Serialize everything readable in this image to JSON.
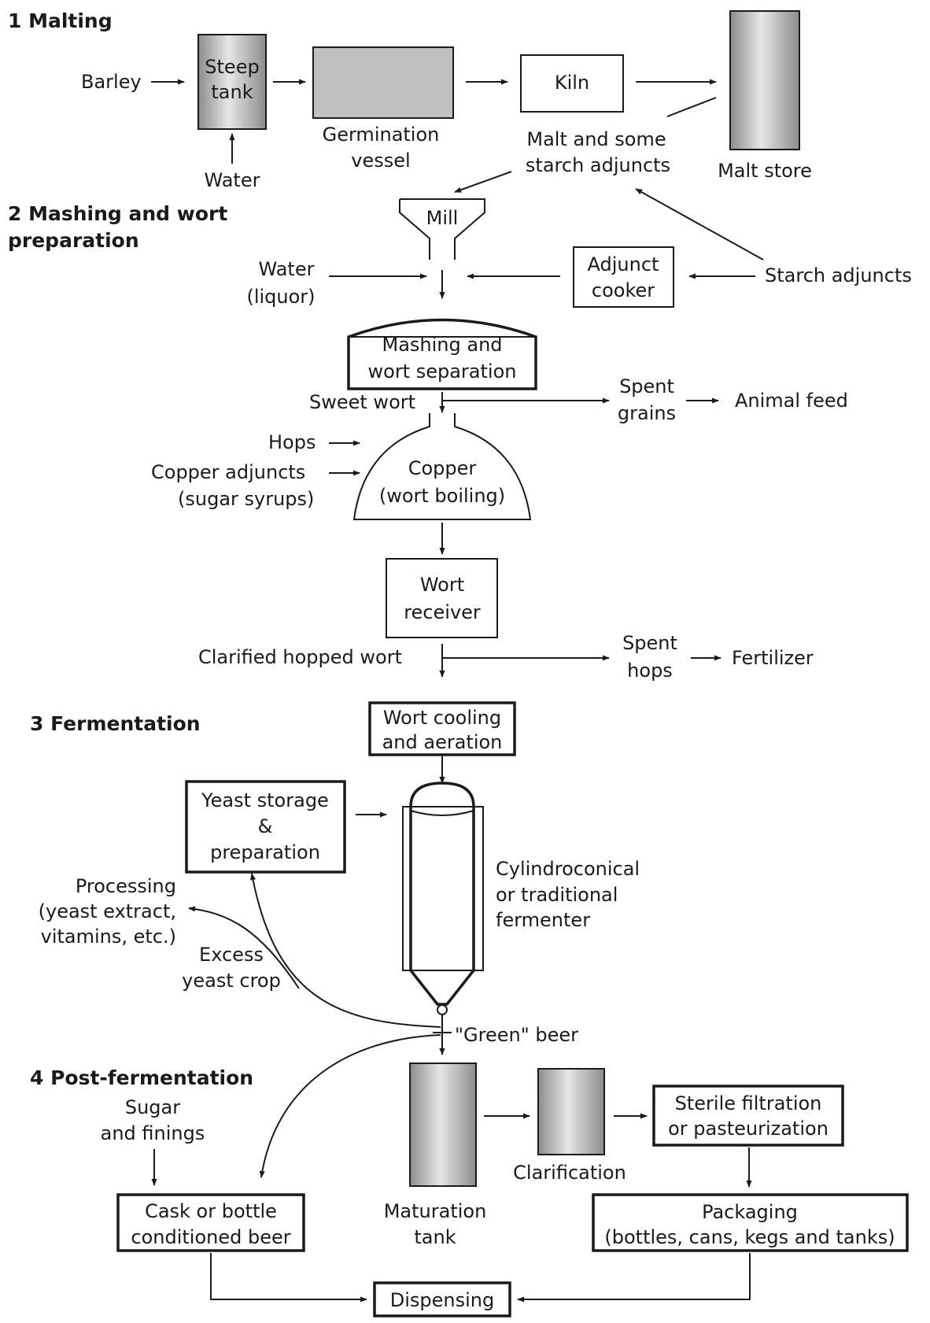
{
  "sections": {
    "malting": "1 Malting",
    "mashing_1": "2 Mashing and wort",
    "mashing_2": "preparation",
    "fermentation": "3 Fermentation",
    "post": "4 Post-fermentation"
  },
  "labels": {
    "barley": "Barley",
    "steep_1": "Steep",
    "steep_2": "tank",
    "water_steep": "Water",
    "germ_1": "Germination",
    "germ_2": "vessel",
    "kiln": "Kiln",
    "malt_adj_1": "Malt and some",
    "malt_adj_2": "starch adjuncts",
    "malt_store": "Malt store",
    "mill": "Mill",
    "water_liquor_1": "Water",
    "water_liquor_2": "(liquor)",
    "adj_cooker_1": "Adjunct",
    "adj_cooker_2": "cooker",
    "starch_adjuncts": "Starch adjuncts",
    "mash_1": "Mashing and",
    "mash_2": "wort separation",
    "sweet_wort": "Sweet wort",
    "spent_grains_1": "Spent",
    "spent_grains_2": "grains",
    "animal_feed": "Animal feed",
    "hops": "Hops",
    "copper_adj_1": "Copper adjuncts",
    "copper_adj_2": "(sugar syrups)",
    "copper_1": "Copper",
    "copper_2": "(wort boiling)",
    "receiver_1": "Wort",
    "receiver_2": "receiver",
    "clarified": "Clarified hopped wort",
    "spent_hops_1": "Spent",
    "spent_hops_2": "hops",
    "fertilizer": "Fertilizer",
    "cooling_1": "Wort cooling",
    "cooling_2": "and aeration",
    "yeast_1": "Yeast storage",
    "yeast_2": "&",
    "yeast_3": "preparation",
    "fermenter_1": "Cylindroconical",
    "fermenter_2": "or traditional",
    "fermenter_3": "fermenter",
    "processing_1": "Processing",
    "processing_2": "(yeast extract,",
    "processing_3": "vitamins, etc.)",
    "excess_1": "Excess",
    "excess_2": "yeast crop",
    "green_beer": "\"Green\" beer",
    "sugar_1": "Sugar",
    "sugar_2": "and finings",
    "cask_1": "Cask or bottle",
    "cask_2": "conditioned beer",
    "maturation_1": "Maturation",
    "maturation_2": "tank",
    "clarification": "Clarification",
    "sterile_1": "Sterile filtration",
    "sterile_2": "or pasteurization",
    "packaging_1": "Packaging",
    "packaging_2": "(bottles, cans, kegs and tanks)",
    "dispensing": "Dispensing"
  },
  "colors": {
    "ink": "#1a1a1a",
    "vessel_fill": "#c0c0c0",
    "vessel_shade_dark": "#8c8c8c",
    "vessel_shade_light": "#e6e6e6"
  }
}
